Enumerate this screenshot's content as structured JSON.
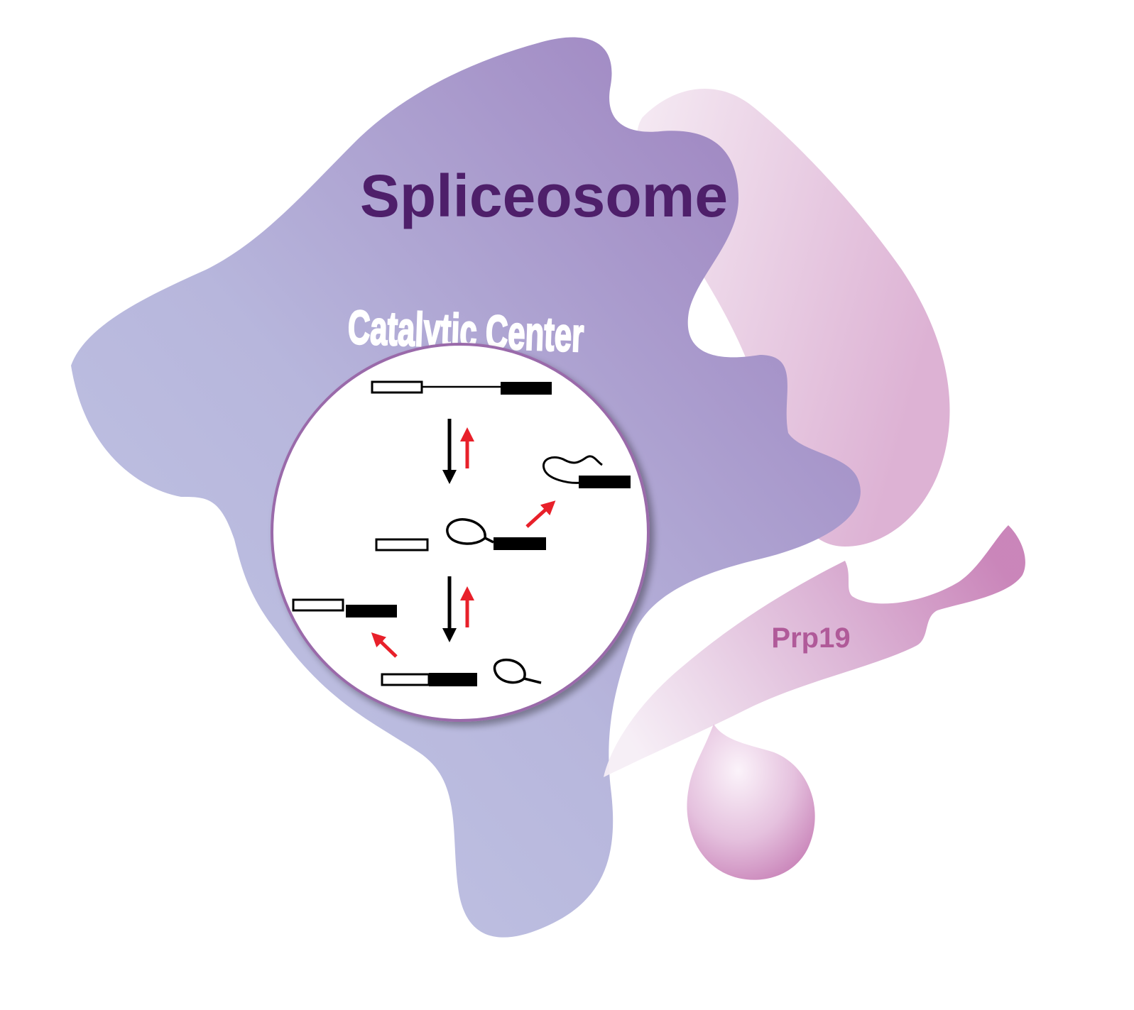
{
  "title": "Spliceosome",
  "catalytic_label": "Catalytic Center",
  "prp19_label": "Prp19",
  "colors": {
    "spliceosome_light": "#c3c8e6",
    "spliceosome_dark": "#9d80bd",
    "title_color": "#4e1f6a",
    "circle_border": "#9a6aaa",
    "prp19_light": "#f3e6f1",
    "prp19_dark": "#c77fb6",
    "prp19_text": "#b05a99",
    "reverse_arrow": "#e8202a",
    "forward_arrow": "#000000"
  }
}
